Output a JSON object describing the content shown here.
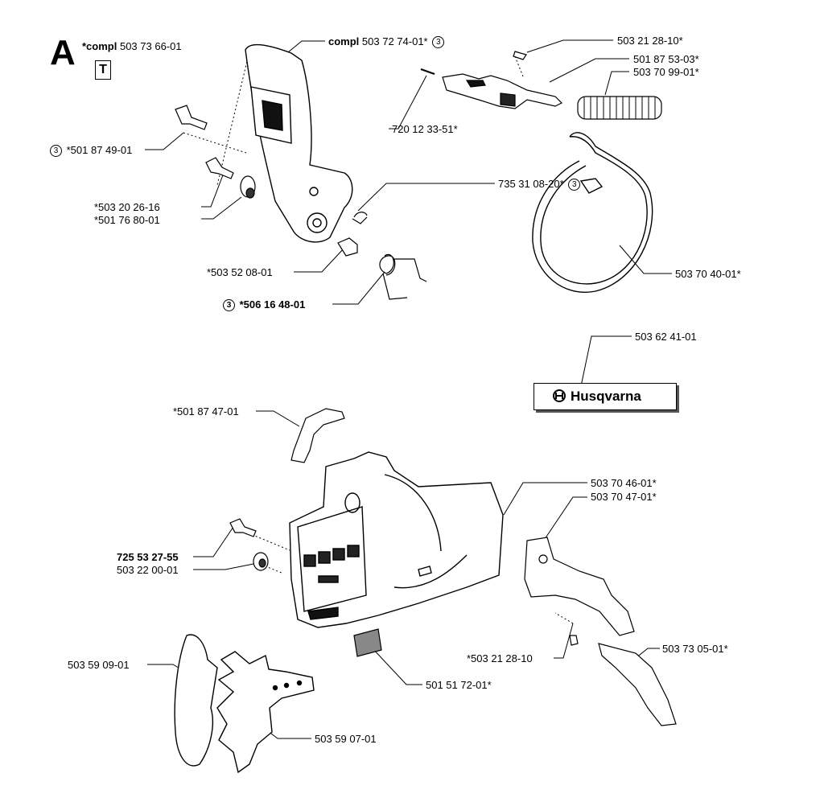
{
  "section": {
    "letter": "A",
    "tool_glyph": "T"
  },
  "labels": {
    "compl_star": "*compl",
    "compl_star_num": "503 73 66-01",
    "compl": "compl",
    "compl_num": "503 72 74-01*",
    "p_501_87_49": "*501 87 49-01",
    "p_503_20_26": "*503 20 26-16",
    "p_501_76_80": "*501 76 80-01",
    "p_503_52_08": "*503 52 08-01",
    "p_506_16_48": "*506 16 48-01",
    "p_503_21_28_top": "503 21 28-10*",
    "p_501_87_53": "501 87 53-03*",
    "p_503_70_99": "503 70 99-01*",
    "p_720_12_33": "720 12 33-51*",
    "p_735_31_08": "735 31 08-20*",
    "p_503_70_40": "503 70 40-01*",
    "p_503_62_41": "503 62 41-01",
    "p_501_87_47": "*501 87 47-01",
    "p_503_70_46": "503 70 46-01*",
    "p_503_70_47": "503 70 47-01*",
    "p_725_53_27": "725 53 27-55",
    "p_503_22_00": "503 22 00-01",
    "p_503_21_28_bot": "*503 21 28-10",
    "p_503_73_05": "503 73 05-01*",
    "p_503_59_09": "503 59 09-01",
    "p_501_51_72": "501 51 72-01*",
    "p_503_59_07": "503 59 07-01",
    "circ_num": "3"
  },
  "decal": {
    "brand": "Husqvarna"
  }
}
